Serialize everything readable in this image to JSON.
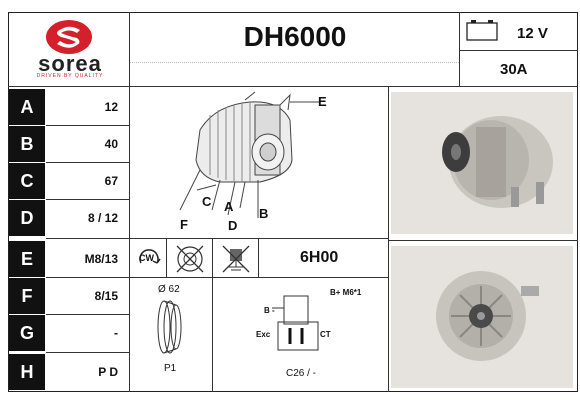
{
  "brand": {
    "name": "sorea",
    "tagline": "DRIVEN BY QUALITY",
    "color": "#d4202b"
  },
  "part_code": "DH6000",
  "voltage": "12 V",
  "amperage": "30A",
  "rows": [
    {
      "label": "A",
      "value": "12"
    },
    {
      "label": "B",
      "value": "40"
    },
    {
      "label": "C",
      "value": "67"
    },
    {
      "label": "D",
      "value": "8 / 12"
    },
    {
      "label": "E",
      "value": "M8/13"
    },
    {
      "label": "F",
      "value": "8/15"
    },
    {
      "label": "G",
      "value": "-"
    },
    {
      "label": "H",
      "value": "P D"
    }
  ],
  "diagram_letters": {
    "e": "E",
    "c": "C",
    "a": "A",
    "b": "B",
    "f": "F",
    "d": "D"
  },
  "rotation": "CW",
  "regulator_code": "6H00",
  "pulley": {
    "diameter": "Ø 62",
    "type": "P1"
  },
  "connector": {
    "b_minus": "B -",
    "b_plus": "B+ M6*1",
    "exc": "Exc",
    "ct": "CT",
    "code": "C26 / -"
  },
  "icons": [
    "battery-icon",
    "rotation-cw-icon",
    "no-fan-icon",
    "no-ground-icon",
    "alternator-drawing",
    "alternator-photo-side",
    "alternator-photo-back",
    "pulley-drawing",
    "connector-drawing"
  ]
}
